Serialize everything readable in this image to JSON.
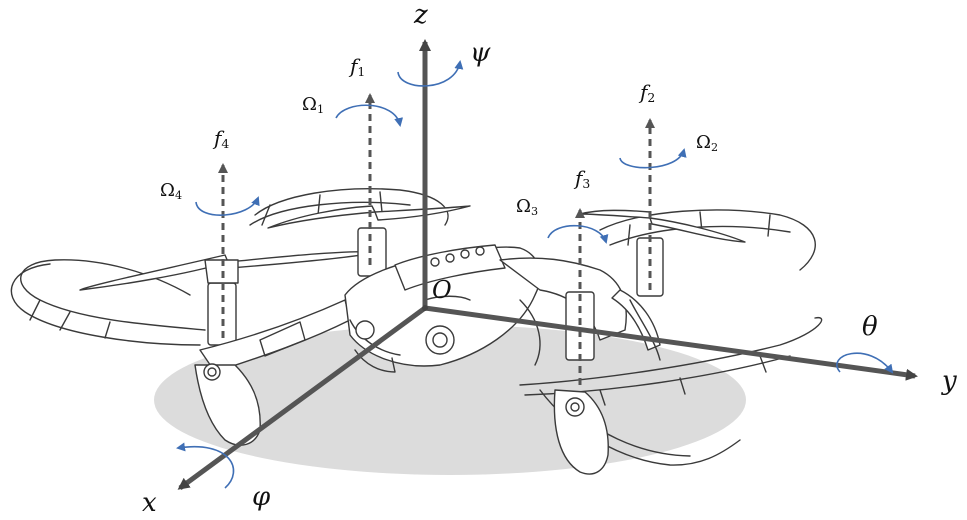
{
  "axes": {
    "x": "x",
    "y": "y",
    "z": "z",
    "origin": "O"
  },
  "angles": {
    "roll": "φ",
    "pitch": "θ",
    "yaw": "ψ"
  },
  "forces": [
    {
      "base": "f",
      "sub": "1"
    },
    {
      "base": "f",
      "sub": "2"
    },
    {
      "base": "f",
      "sub": "3"
    },
    {
      "base": "f",
      "sub": "4"
    }
  ],
  "speeds": [
    {
      "base": "Ω",
      "sub": "1"
    },
    {
      "base": "Ω",
      "sub": "2"
    },
    {
      "base": "Ω",
      "sub": "3"
    },
    {
      "base": "Ω",
      "sub": "4"
    }
  ],
  "colors": {
    "axis": "#555555",
    "rotation": "#3f6fb5",
    "shadow": "#dcdcdc",
    "outline": "#3a3a3a"
  }
}
